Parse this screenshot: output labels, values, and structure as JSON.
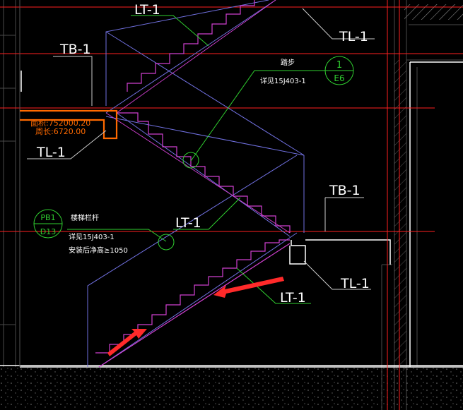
{
  "colors": {
    "background": "#000000",
    "axis_red": "#ff2020",
    "stair_magenta": "#d040d0",
    "railing_blue": "#7070e0",
    "leader_green": "#30d030",
    "wall_white": "#ffffff",
    "highlight_orange": "#ff6a00",
    "arrow_red": "#ff2a2a",
    "grid_gray": "#3a3a3a"
  },
  "labels": {
    "lt1_top": "LT-1",
    "tl1_top_right": "TL-1",
    "tb1_top_left": "TB-1",
    "tl1_left": "TL-1",
    "tb1_right": "TB-1",
    "lt1_middle": "LT-1",
    "tl1_bottom_right": "TL-1",
    "lt1_bottom": "LT-1"
  },
  "annotations": {
    "step_note_title": "踏步",
    "step_note_ref": "详见15J403-1",
    "step_symbol_num": "1",
    "step_symbol_sheet": "E6",
    "rail_symbol_top": "PB1",
    "rail_symbol_bottom": "D13",
    "rail_note_title": "楼梯栏杆",
    "rail_note_ref": "详见15J403-1",
    "rail_note_height": "安装后净高≥1050"
  },
  "selection_info": {
    "area": "面积:752000.20",
    "perimeter": "周长:6720.00"
  },
  "icons": {
    "arrow_upper": "red-arrow-icon",
    "arrow_lower": "red-arrow-icon"
  }
}
